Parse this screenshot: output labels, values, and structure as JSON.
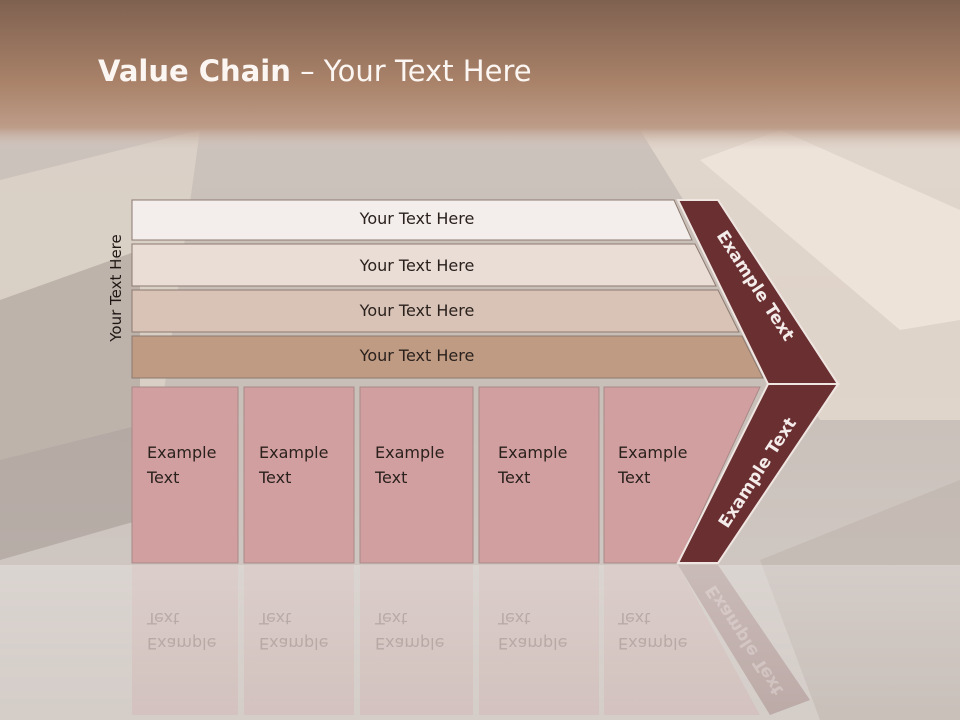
{
  "title": {
    "bold": "Value Chain",
    "rest": " – Your Text Here"
  },
  "side_label": "Your Text Here",
  "rows": [
    {
      "label": "Your Text Here"
    },
    {
      "label": "Your Text Here"
    },
    {
      "label": "Your Text Here"
    },
    {
      "label": "Your Text Here"
    }
  ],
  "cells": [
    {
      "line1": "Example",
      "line2": "Text"
    },
    {
      "line1": "Example",
      "line2": "Text"
    },
    {
      "line1": "Example",
      "line2": "Text"
    },
    {
      "line1": "Example",
      "line2": "Text"
    },
    {
      "line1": "Example",
      "line2": "Text"
    }
  ],
  "arrow": {
    "upper": "Example Text",
    "lower": "Example Text"
  },
  "colors": {
    "row_fills": [
      "#f3eeeb",
      "#e9ddd6",
      "#d9c3b6",
      "#bf9b83"
    ],
    "cell_fill": "#d29fa1",
    "arrow_fill": "#6a2f31",
    "header_band": "#a47b62"
  }
}
